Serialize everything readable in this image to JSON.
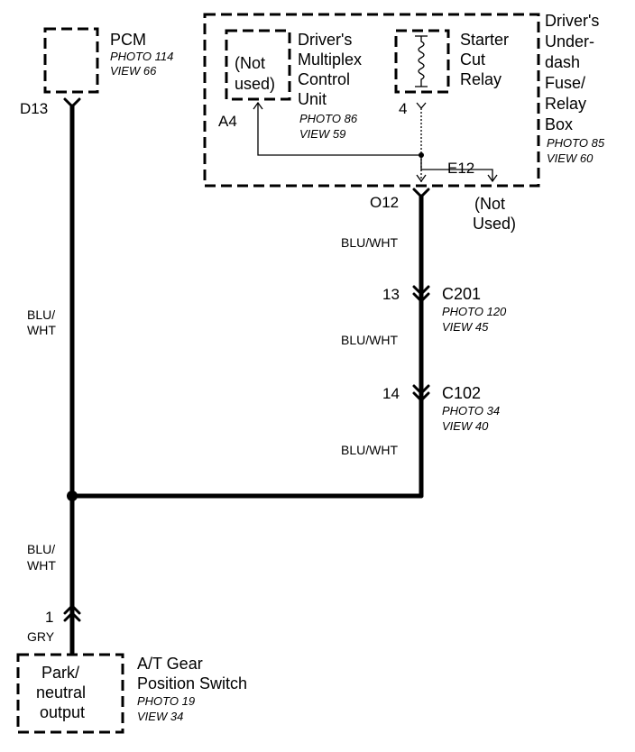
{
  "pcm": {
    "name": "PCM",
    "photo": "PHOTO 114",
    "view": "VIEW 66",
    "pin": "D13"
  },
  "fuse_box": {
    "title_lines": [
      "Driver's",
      "Under-",
      "dash",
      "Fuse/",
      "Relay",
      "Box"
    ],
    "photo": "PHOTO 85",
    "view": "VIEW 60",
    "pin_out": "O12",
    "pin_e12": "E12",
    "not_used_lines": [
      "(Not",
      "Used)"
    ]
  },
  "mcu": {
    "title_lines": [
      "Driver's",
      "Multiplex",
      "Control",
      "Unit"
    ],
    "photo": "PHOTO 86",
    "view": "VIEW 59",
    "pin": "A4",
    "inner_lines": [
      "(Not",
      "used)"
    ]
  },
  "relay": {
    "title_lines": [
      "Starter",
      "Cut",
      "Relay"
    ],
    "pin": "4"
  },
  "wires": {
    "pcm_color_lines": [
      "BLU/",
      "WHT"
    ],
    "seg1_color": "BLU/WHT",
    "seg2_color": "BLU/WHT",
    "seg3_color": "BLU/WHT",
    "bottom_color_lines": [
      "BLU/",
      "WHT"
    ],
    "switch_color": "GRY"
  },
  "connectors": {
    "c201": {
      "name": "C201",
      "pin": "13",
      "photo": "PHOTO 120",
      "view": "VIEW 45"
    },
    "c102": {
      "name": "C102",
      "pin": "14",
      "photo": "PHOTO 34",
      "view": "VIEW 40"
    },
    "switch_pin": "1"
  },
  "switch": {
    "inner_lines": [
      "Park/",
      "neutral",
      "output"
    ],
    "title_lines": [
      "A/T Gear",
      "Position Switch"
    ],
    "photo": "PHOTO 19",
    "view": "VIEW 34"
  }
}
